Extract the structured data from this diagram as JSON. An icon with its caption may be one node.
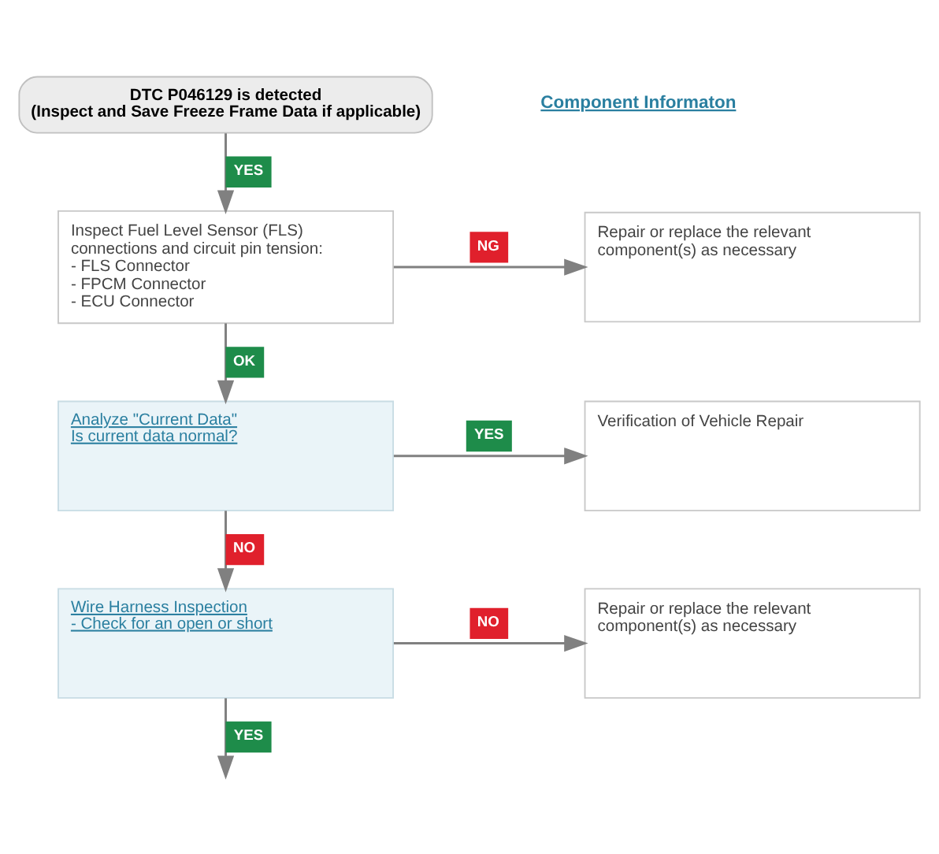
{
  "diagram": {
    "nodes": [
      {
        "text": [
          "DTC P046129 is detected",
          "(Inspect and Save Freeze Frame Data if applicable)"
        ]
      },
      {
        "text": [
          "Inspect Fuel Level Sensor (FLS) connections and circuit pin tension:",
          "- FLS Connector",
          "- FPCM Connector",
          "- ECU Connector"
        ]
      },
      {
        "text": [
          "Repair or replace the relevant component(s) as necessary"
        ]
      },
      {
        "text": [
          "Analyze \"Current Data\"",
          "Is current data normal?"
        ]
      },
      {
        "text": [
          "Verification of Vehicle Repair"
        ]
      },
      {
        "text": [
          "Wire Harness Inspection",
          "- Check for an open or short"
        ]
      },
      {
        "text": [
          "Repair or replace the relevant component(s) as necessary"
        ]
      }
    ],
    "edges": [
      {
        "from": 0,
        "to": 1,
        "arrow": "to",
        "label": "YES"
      },
      {
        "from": 1,
        "to": 2,
        "arrow": "to",
        "label": "NG"
      },
      {
        "from": 1,
        "to": 3,
        "arrow": "to",
        "label": "OK"
      },
      {
        "from": 3,
        "to": 4,
        "arrow": "to",
        "label": "YES"
      },
      {
        "from": 3,
        "to": 5,
        "arrow": "to",
        "label": "NO"
      },
      {
        "from": 5,
        "to": 6,
        "arrow": "to",
        "label": "NO"
      },
      {
        "from": 5,
        "to": null,
        "arrow": "to",
        "label": "YES"
      }
    ],
    "labels": [
      "Component Informaton"
    ]
  }
}
